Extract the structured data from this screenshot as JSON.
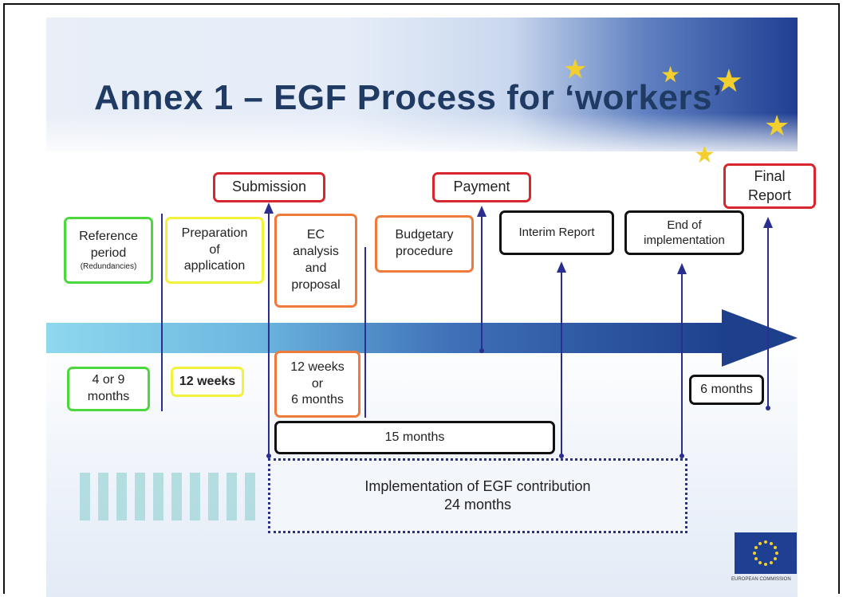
{
  "slide": {
    "title": "Annex 1 – EGF Process for ‘workers’",
    "milestones": {
      "submission": "Submission",
      "payment": "Payment",
      "final_report_line1": "Final",
      "final_report_line2": "Report"
    },
    "phases": {
      "reference_period": {
        "line1": "Reference",
        "line2": "period",
        "note": "(Redundancies)"
      },
      "preparation": {
        "line1": "Preparation",
        "line2": "of",
        "line3": "application"
      },
      "ec_analysis": {
        "line1": "EC",
        "line2": "analysis",
        "line3": "and",
        "line4": "proposal"
      },
      "budgetary": {
        "line1": "Budgetary",
        "line2": "procedure"
      },
      "interim_report": "Interim Report",
      "end_impl": {
        "line1": "End of",
        "line2": "implementation"
      }
    },
    "durations": {
      "ref_duration": {
        "line1": "4 or 9",
        "line2": "months"
      },
      "prep_duration": "12 weeks",
      "ec_duration": {
        "line1": "12 weeks",
        "line2": "or",
        "line3": "6 months"
      },
      "final_duration": "6 months",
      "fifteen_months": "15 months",
      "implementation": {
        "line1": "Implementation of EGF contribution",
        "line2": "24 months"
      }
    },
    "eu_caption": "EUROPEAN COMMISSION"
  },
  "colors": {
    "title": "#1f3a63",
    "red": "#d8262f",
    "green": "#4cd83c",
    "yellow": "#f2f23a",
    "orange": "#f07a3a",
    "arrow": "#2a2f8f",
    "timeline": "#1d3f8c"
  }
}
